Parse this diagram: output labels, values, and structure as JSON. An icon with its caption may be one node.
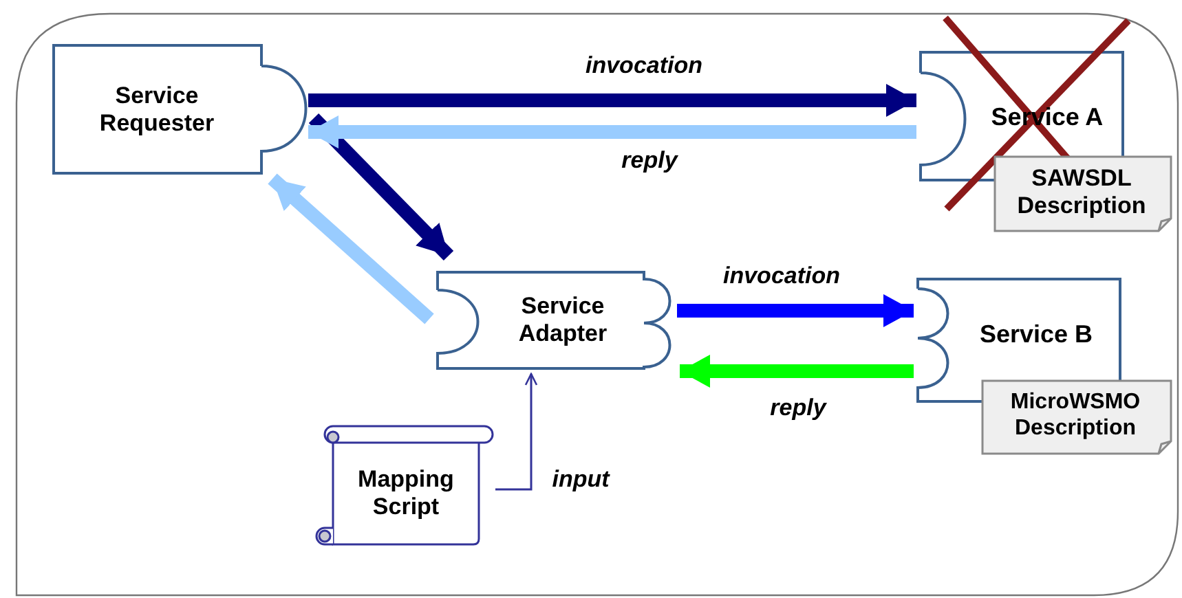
{
  "diagram": {
    "nodes": [
      {
        "text": [
          "Service Requester"
        ]
      },
      {
        "text": [
          "Service A"
        ]
      },
      {
        "text": [
          "SAWSDL Description"
        ]
      },
      {
        "text": [
          "Service Adapter"
        ]
      },
      {
        "text": [
          "Service B"
        ]
      },
      {
        "text": [
          "MicroWSMO Description"
        ]
      },
      {
        "text": [
          "Mapping Script"
        ]
      }
    ],
    "edges": [
      {
        "from": 0,
        "to": 3,
        "arrow": "to",
        "color": "#000080"
      },
      {
        "from": 3,
        "to": 0,
        "arrow": "to",
        "color": "#99ccff"
      },
      {
        "from": 0,
        "to": 1,
        "arrow": "to",
        "label": "invocation",
        "color": "#000080"
      },
      {
        "from": 1,
        "to": 0,
        "arrow": "to",
        "label": "reply",
        "color": "#99ccff"
      },
      {
        "from": 3,
        "to": 4,
        "arrow": "to",
        "label": "invocation",
        "color": "#0000ff"
      },
      {
        "from": 4,
        "to": 3,
        "arrow": "to",
        "label": "reply",
        "color": "#00ff00"
      },
      {
        "from": 6,
        "to": 3,
        "arrow": "to",
        "label": "input",
        "color": "#333399"
      }
    ]
  }
}
